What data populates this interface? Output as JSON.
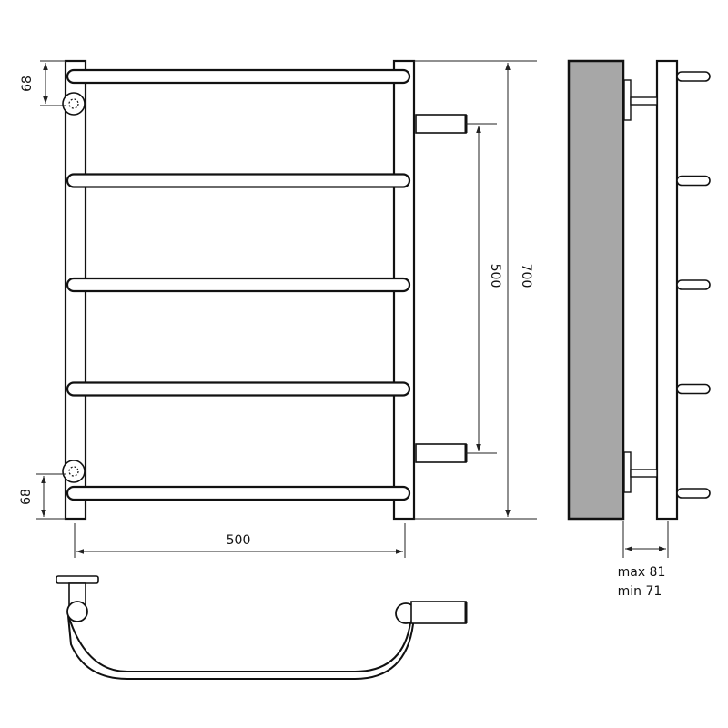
{
  "dimensions": {
    "top_offset": "68",
    "bottom_offset": "68",
    "width": "500",
    "center_distance": "500",
    "total_height": "700",
    "depth_max": "max 81",
    "depth_min": "min 71"
  },
  "counts": {
    "rungs": 5
  },
  "colors": {
    "line": "#111111",
    "wall": "#a7a7a7",
    "background": "#ffffff"
  }
}
